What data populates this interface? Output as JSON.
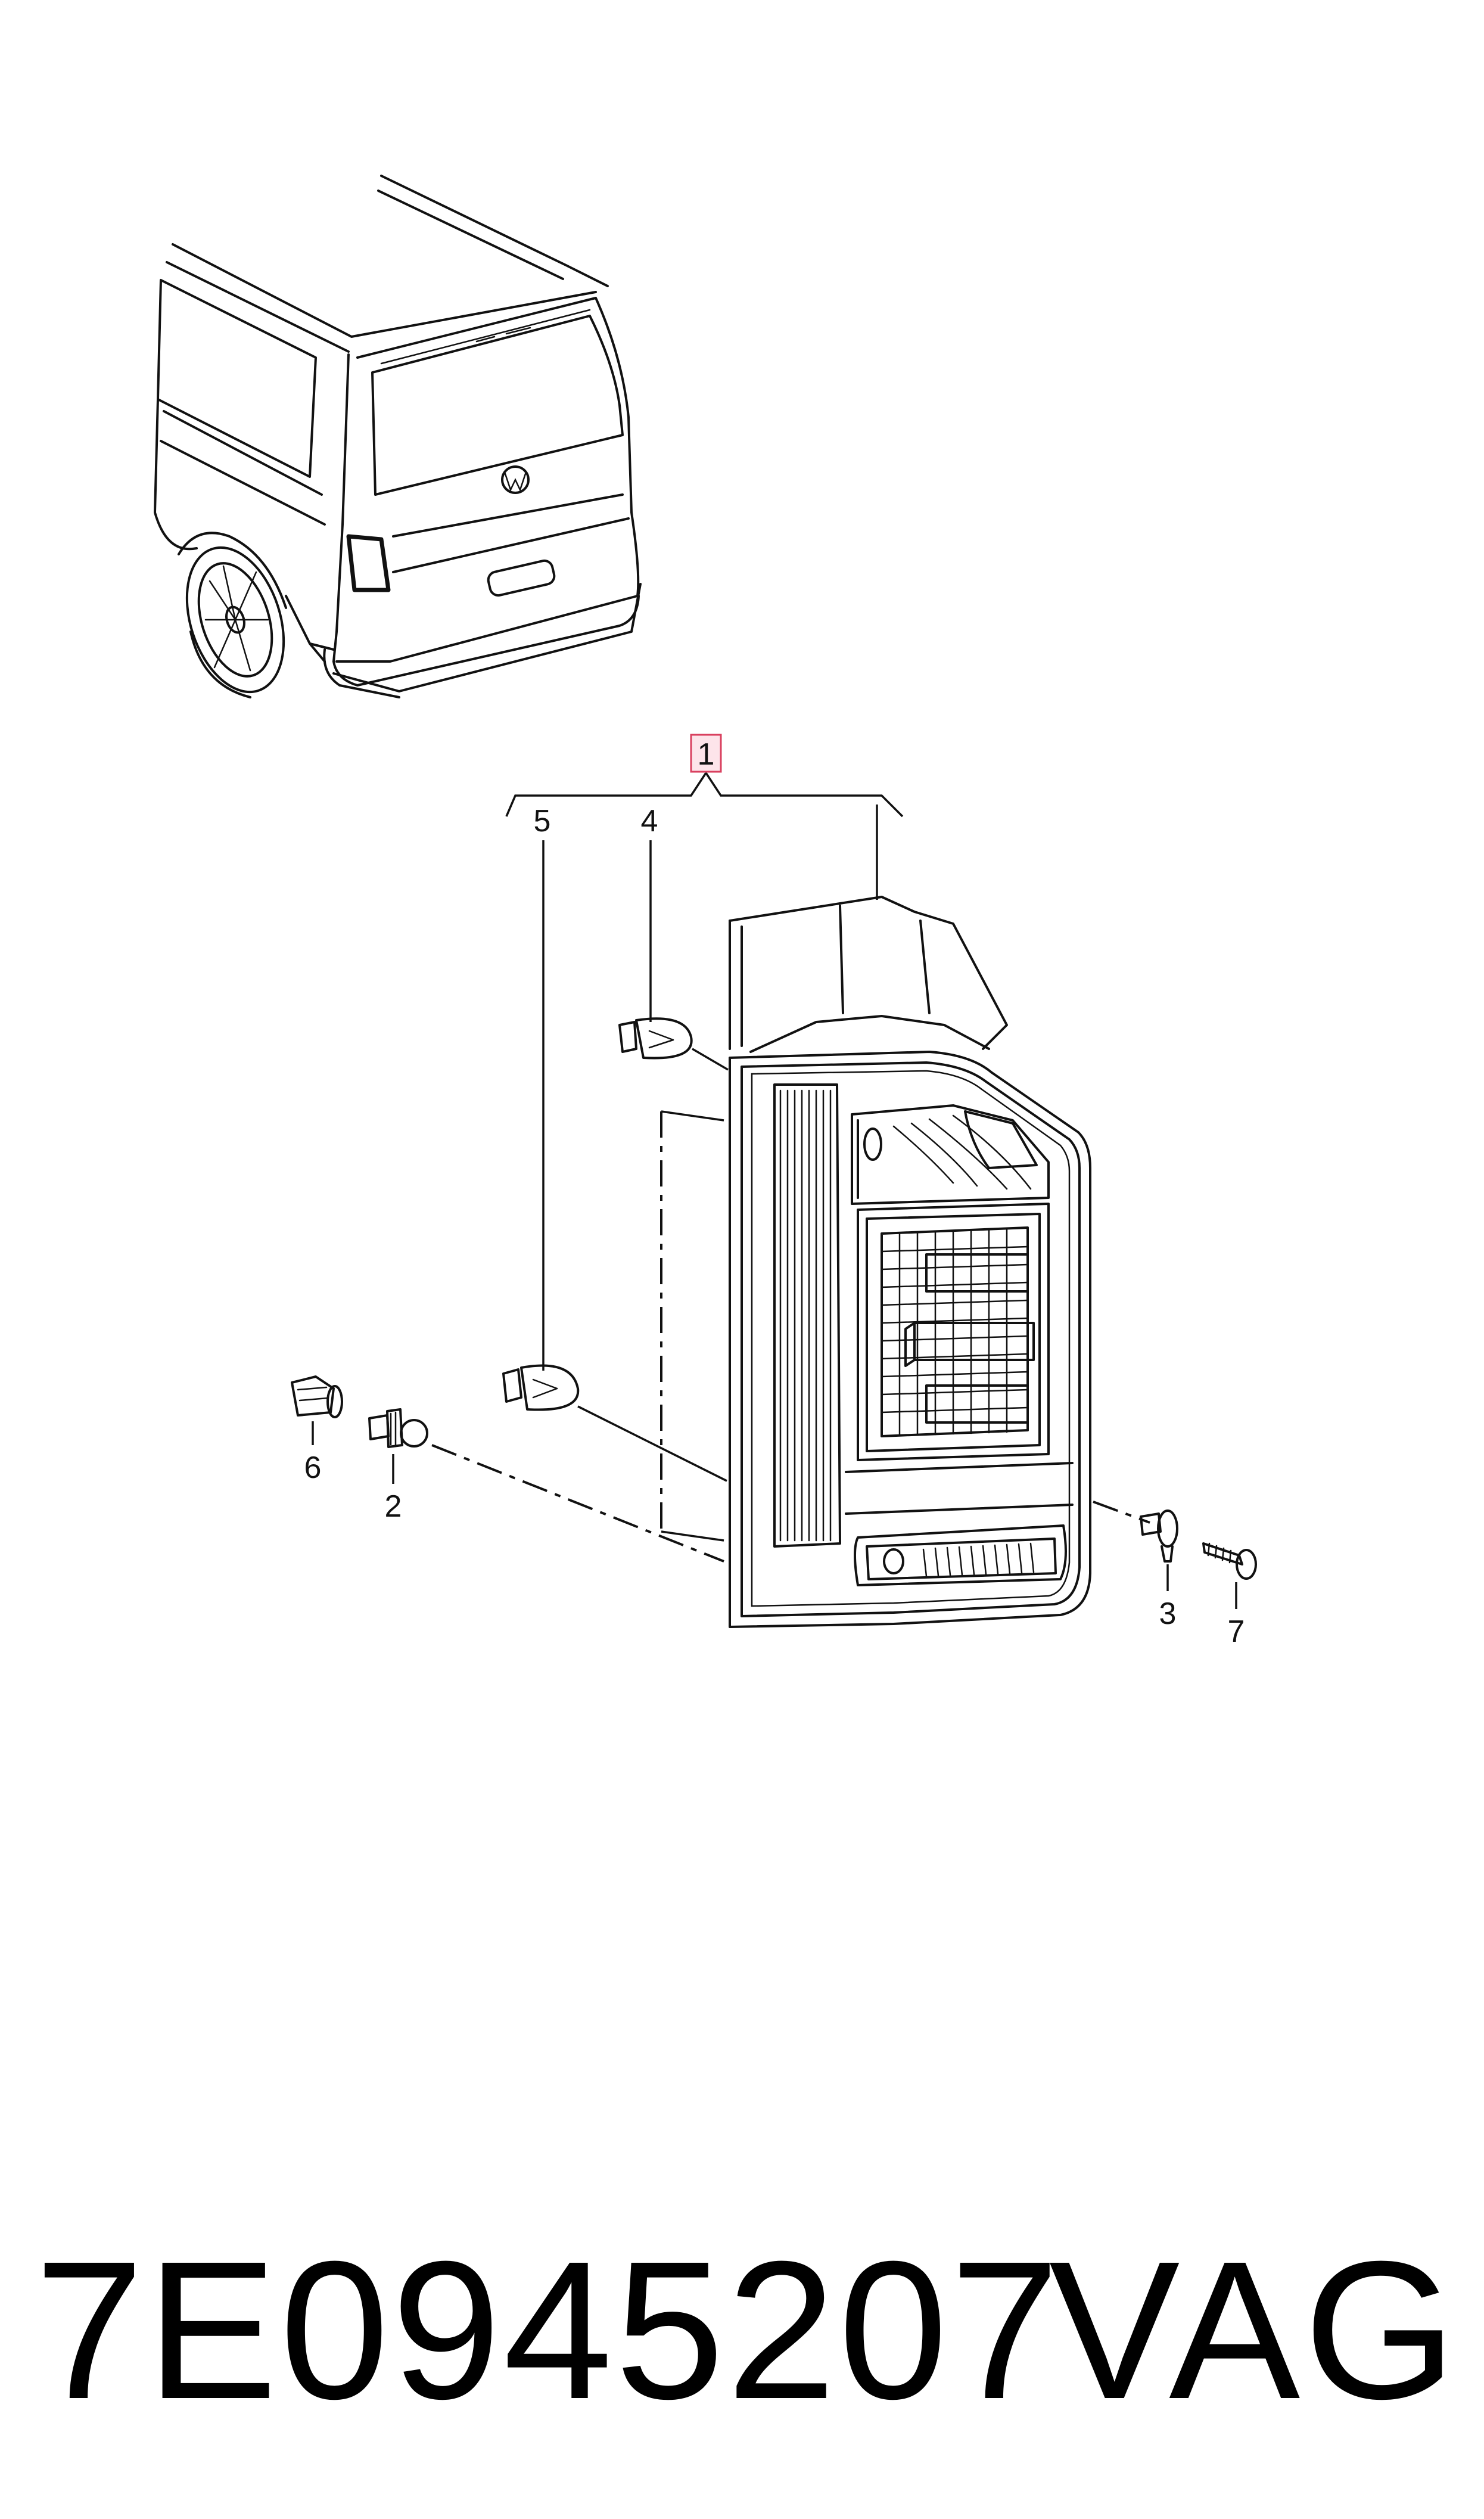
{
  "callouts": {
    "c1": "1",
    "c2": "2",
    "c3": "3",
    "c4": "4",
    "c5": "5",
    "c6": "6",
    "c7": "7"
  },
  "footer": {
    "part_number": "7E0945207",
    "brand": "VAG"
  },
  "icons": {
    "van": "van-rear-view-icon",
    "emblem": "vw-emblem-icon",
    "tail_light": "tail-light-assembly-icon",
    "bulb": "bulb-icon",
    "clip": "clip-icon",
    "screw": "screw-icon",
    "nut": "nut-icon"
  }
}
